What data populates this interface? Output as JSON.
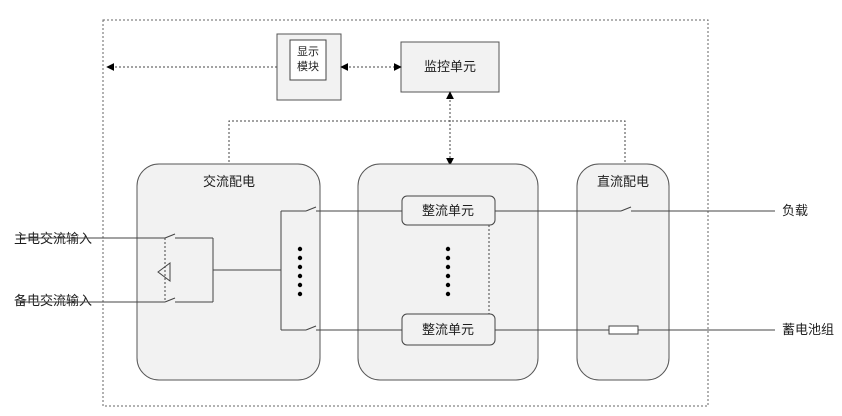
{
  "labels": {
    "display_module": "显示\n模块",
    "monitor_unit": "监控单元",
    "ac_distribution": "交流配电",
    "dc_distribution": "直流配电",
    "rectifier_top": "整流单元",
    "rectifier_bottom": "整流单元",
    "main_ac_input": "主电交流输入",
    "backup_ac_input": "备电交流输入",
    "load": "负载",
    "battery": "蓄电池组"
  },
  "colors": {
    "box_fill": "#f2f2f2",
    "stroke": "#444444",
    "dots": "#000000"
  }
}
